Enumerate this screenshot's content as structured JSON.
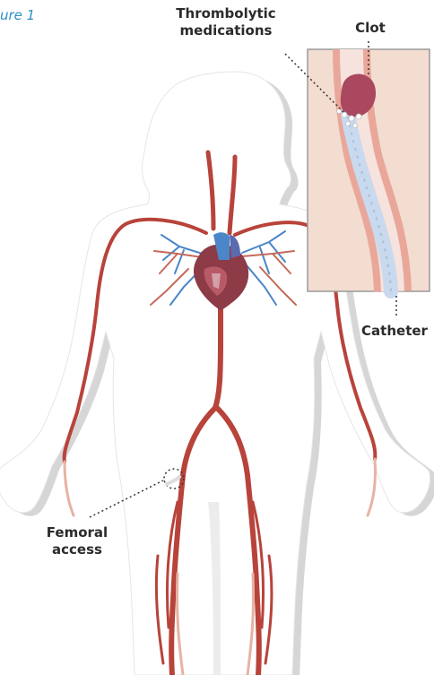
{
  "caption": "ure 1",
  "labels": {
    "thrombolytic_line1": "Thrombolytic",
    "thrombolytic_line2": "medications",
    "clot": "Clot",
    "catheter": "Catheter",
    "femoral_line1": "Femoral",
    "femoral_line2": "access"
  },
  "colors": {
    "body": "#ffffff",
    "shadow": "#d9d9d9",
    "artery": "#b8433b",
    "vein": "#4a86c8",
    "heart": "#8c3b47",
    "inset_bg": "#f3dcd0",
    "vessel_wall": "#e9a79a",
    "catheter": "#c9d9ee",
    "clot": "#a9485e"
  }
}
